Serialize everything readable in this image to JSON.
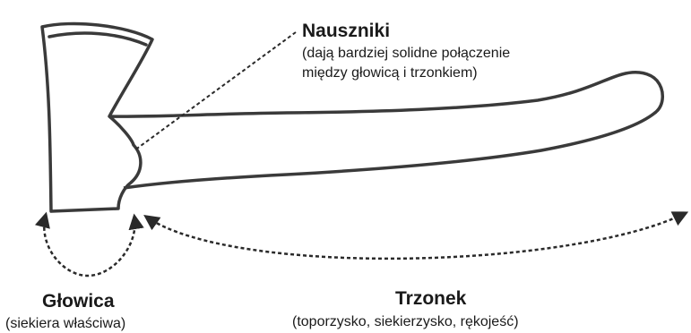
{
  "ears": {
    "title": "Nauszniki",
    "description_line1": "(dają bardziej solidne połączenie",
    "description_line2": "między głowicą i trzonkiem)"
  },
  "head": {
    "title": "Głowica",
    "subtitle": "(siekiera właściwa)"
  },
  "handle": {
    "title": "Trzonek",
    "subtitle": "(toporzysko, siekierzysko, rękojeść)"
  },
  "colors": {
    "outline": "#3a3a3a",
    "text": "#1a1a1a",
    "background": "#ffffff"
  }
}
